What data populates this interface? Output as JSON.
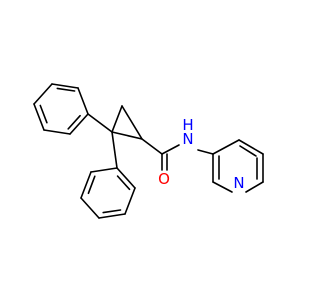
{
  "molecule": {
    "atoms": {
      "amide_nitrogen": "N",
      "amide_hydrogen": "H",
      "carbonyl_oxygen": "O",
      "pyridine_nitrogen": "N"
    },
    "colors": {
      "bond": "#000000",
      "nitrogen": "#0000ff",
      "oxygen": "#ff0000"
    }
  }
}
